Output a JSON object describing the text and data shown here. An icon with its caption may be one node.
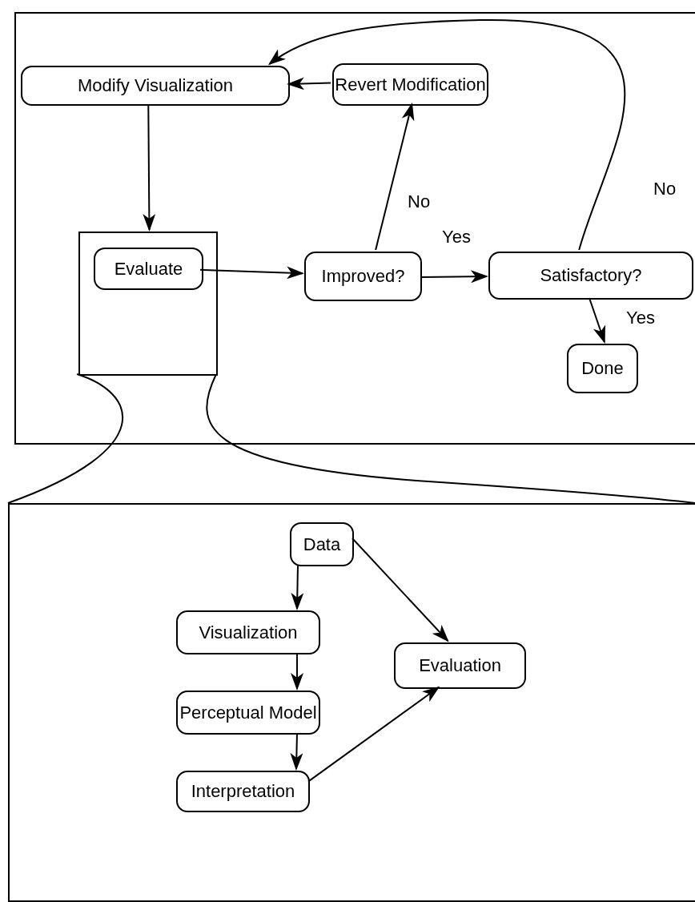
{
  "diagram": {
    "nodes": [
      {
        "text": [],
        "shape": "box"
      },
      {
        "text": [
          "Modify Visualization"
        ],
        "in": 0
      },
      {
        "text": [
          "Revert Modification"
        ],
        "in": 0
      },
      {
        "text": [],
        "shape": "box",
        "in": 0
      },
      {
        "text": [
          "Evaluate"
        ],
        "in": 3
      },
      {
        "text": [
          "Improved?"
        ],
        "in": 0
      },
      {
        "text": [
          "Satisfactory?"
        ],
        "in": 0
      },
      {
        "text": [
          "Done"
        ],
        "in": 0
      },
      {
        "text": [],
        "shape": "box"
      },
      {
        "text": [
          "Data"
        ],
        "in": 8
      },
      {
        "text": [
          "Visualization"
        ],
        "in": 8
      },
      {
        "text": [
          "Perceptual Model"
        ],
        "in": 8
      },
      {
        "text": [
          "Interpretation"
        ],
        "in": 8
      },
      {
        "text": [
          "Evaluation"
        ],
        "in": 8
      }
    ],
    "edges": [
      {
        "from": 2,
        "to": 1,
        "arrow": "to"
      },
      {
        "from": 1,
        "to": 3,
        "arrow": "to"
      },
      {
        "from": 4,
        "to": 5,
        "arrow": "to"
      },
      {
        "from": 5,
        "to": 2,
        "arrow": "to",
        "label": "No"
      },
      {
        "from": 5,
        "to": 6,
        "arrow": "to",
        "label": "Yes"
      },
      {
        "from": 6,
        "to": 1,
        "arrow": "to",
        "label": "No"
      },
      {
        "from": 6,
        "to": 7,
        "arrow": "to",
        "label": "Yes"
      },
      {
        "from": 9,
        "to": 10,
        "arrow": "to"
      },
      {
        "from": 10,
        "to": 11,
        "arrow": "to"
      },
      {
        "from": 11,
        "to": 12,
        "arrow": "to"
      },
      {
        "from": 9,
        "to": 13,
        "arrow": "to"
      },
      {
        "from": 12,
        "to": 13,
        "arrow": "to"
      }
    ]
  }
}
